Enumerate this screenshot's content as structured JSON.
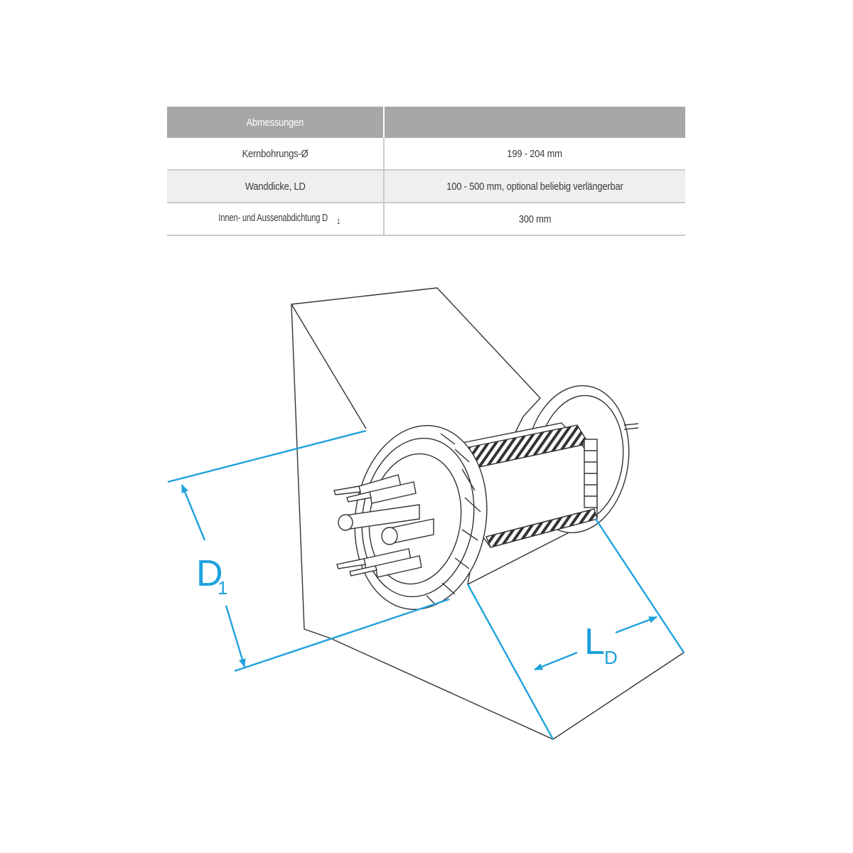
{
  "table": {
    "header": {
      "col1": "Abmessungen",
      "col2": ""
    },
    "rows": [
      {
        "label": "Kernbohrungs-Ø",
        "value": "199 - 204 mm"
      },
      {
        "label": "Wanddicke, LD",
        "value": "100 - 500 mm, optional beliebig verlängerbar"
      },
      {
        "label": "Innen- und Aussenabdichtung D",
        "label_sub": "1",
        "value": "300 mm"
      }
    ]
  },
  "drawing": {
    "dim_d1": {
      "main": "D",
      "sub": "1"
    },
    "dim_ld": {
      "main": "L",
      "sub": "D"
    },
    "colors": {
      "dimension": "#1ea2dc",
      "line": "#333333",
      "table_header": "#a7a7a7",
      "table_alt_row": "#efefef"
    }
  }
}
